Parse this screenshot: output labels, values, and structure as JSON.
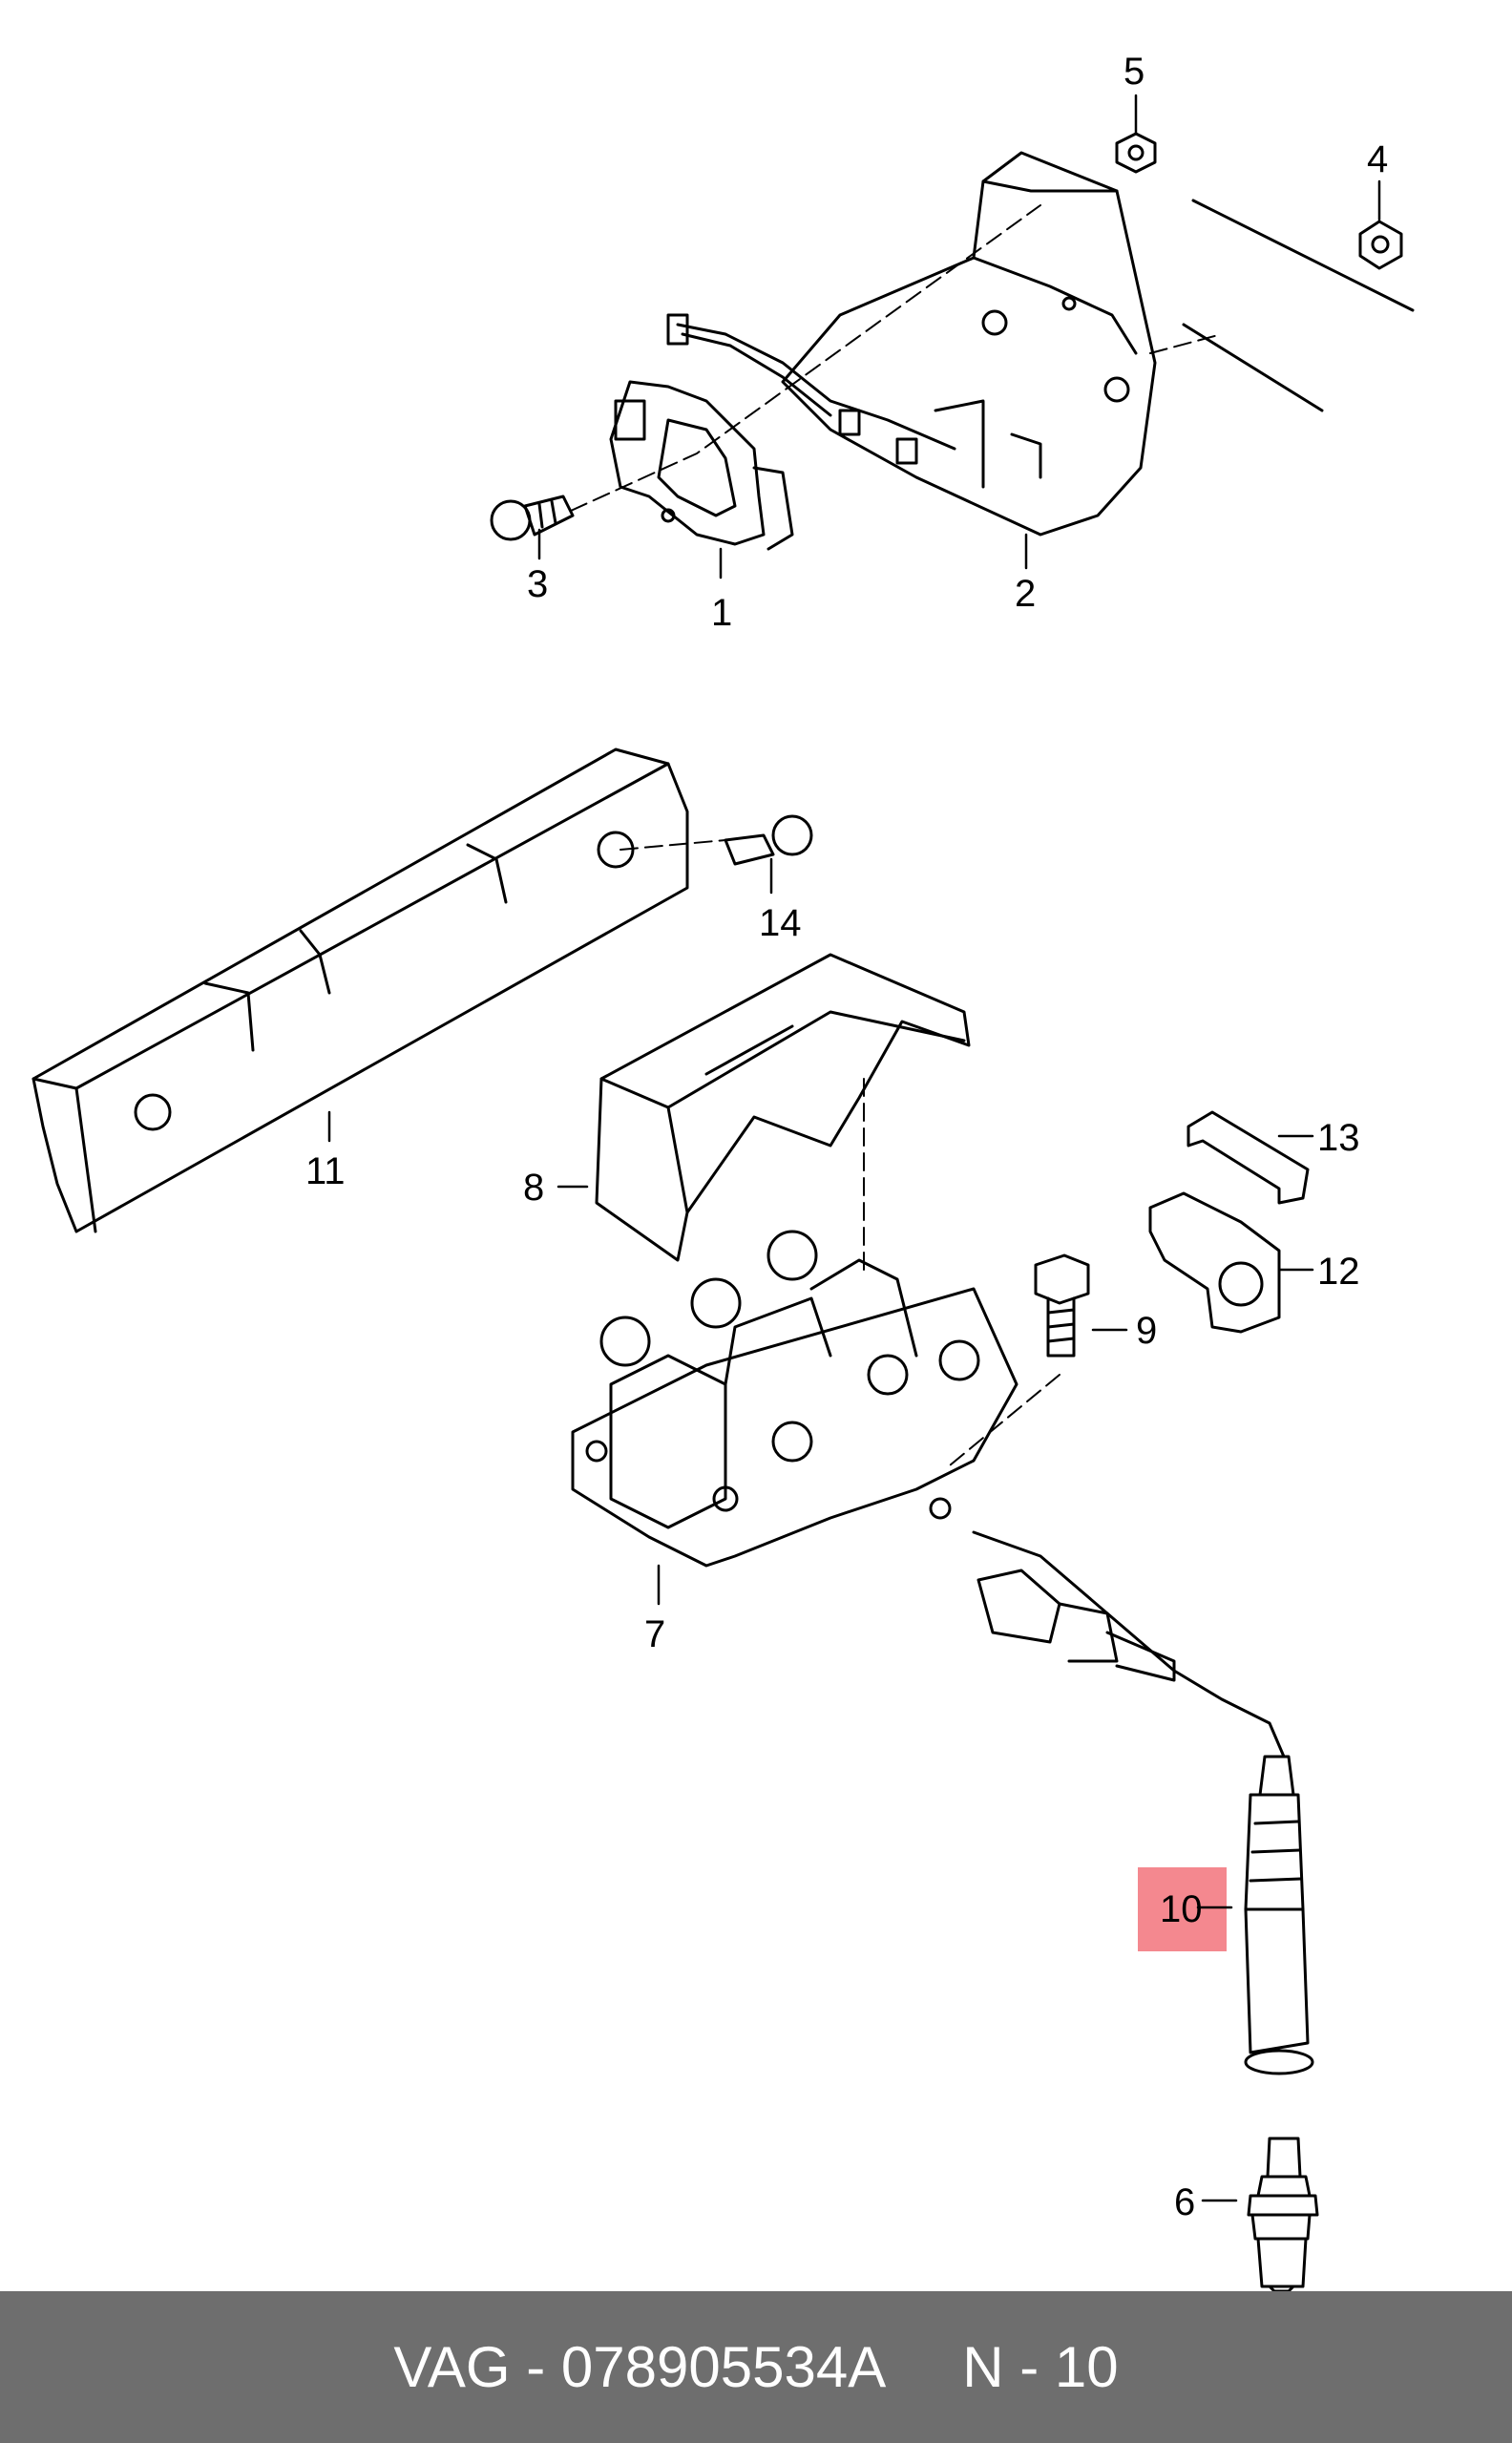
{
  "callouts": {
    "c1": "1",
    "c2": "2",
    "c3": "3",
    "c4": "4",
    "c5": "5",
    "c6": "6",
    "c7": "7",
    "c8": "8",
    "c9": "9",
    "c10": "10",
    "c11": "11",
    "c12": "12",
    "c13": "13",
    "c14": "14"
  },
  "highlighted_part": "10",
  "footer": {
    "part_number": "VAG - 078905534A",
    "position": "N - 10"
  },
  "colors": {
    "highlight": "#f4888f",
    "footer_bg": "#6e6e6e",
    "line": "#000000"
  }
}
